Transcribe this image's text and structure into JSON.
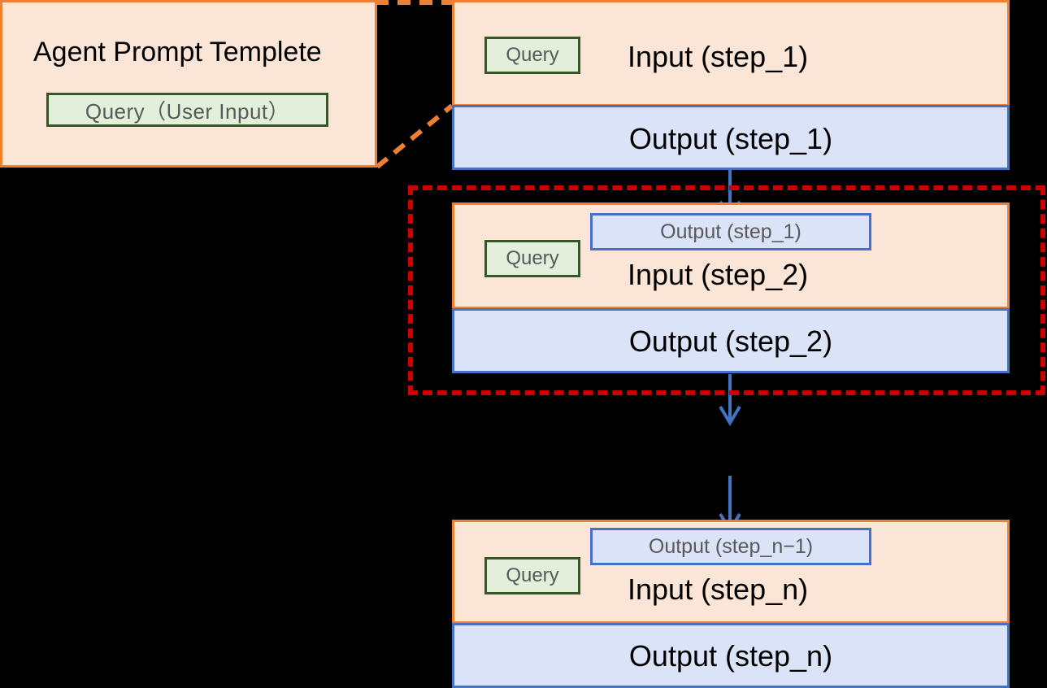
{
  "diagram": {
    "title_panel": {
      "heading": "Agent Prompt Templete",
      "query_chip": "Query（User Input）"
    },
    "steps": [
      {
        "id": "step_1",
        "query_chip": "Query",
        "input_label": "Input (step_1)",
        "output_label": "Output (step_1)",
        "prev_output_label": null
      },
      {
        "id": "step_2",
        "query_chip": "Query",
        "input_label": "Input (step_2)",
        "output_label": "Output (step_2)",
        "prev_output_label": "Output (step_1)"
      },
      {
        "id": "step_n",
        "query_chip": "Query",
        "input_label": "Input (step_n)",
        "output_label": "Output (step_n)",
        "prev_output_label": "Output (step_n−1)"
      }
    ],
    "colors": {
      "background": "#000000",
      "orange_border": "#ed8032",
      "orange_fill": "#fbe5d6",
      "blue_border": "#4472c4",
      "blue_fill": "#dae3f7",
      "green_border": "#375623",
      "green_fill": "#e2efda",
      "highlight_dashed": "#cc0000",
      "arrow": "#4472c4",
      "muted_text": "#595959",
      "text": "#000000"
    }
  }
}
